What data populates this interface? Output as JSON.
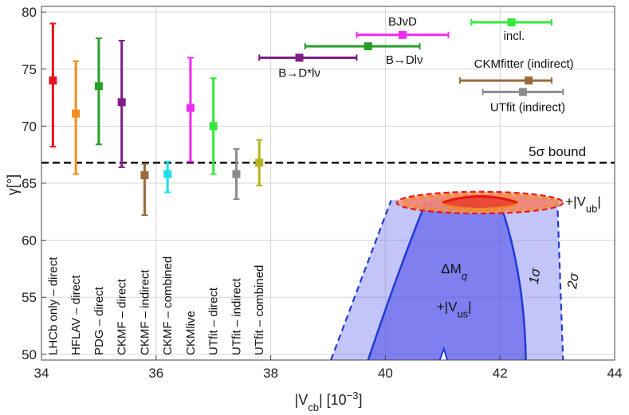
{
  "chart_data": {
    "type": "scatter",
    "xlabel": "|V_cb| [10^-3]",
    "ylabel": "γ[°]",
    "xlim": [
      34,
      44
    ],
    "ylim": [
      49.5,
      80.5
    ],
    "xticks": [
      34,
      36,
      38,
      40,
      42,
      44
    ],
    "yticks": [
      50,
      55,
      60,
      65,
      70,
      75,
      80
    ],
    "grid": true,
    "threshold": {
      "label": "5σ bound",
      "y": 66.8
    },
    "gamma_series": [
      {
        "name": "LHCb only – direct",
        "color": "#e8141c",
        "x": 34.2,
        "y": 74.0,
        "ylo": 68.2,
        "yhi": 79.0
      },
      {
        "name": "HFLAV – direct",
        "color": "#f28c1c",
        "x": 34.6,
        "y": 71.1,
        "ylo": 65.8,
        "yhi": 75.7
      },
      {
        "name": "PDG – direct",
        "color": "#2a9e2a",
        "x": 35.0,
        "y": 73.5,
        "ylo": 68.4,
        "yhi": 77.7
      },
      {
        "name": "CKMF – direct",
        "color": "#7f1f86",
        "x": 35.4,
        "y": 72.1,
        "ylo": 66.4,
        "yhi": 77.5
      },
      {
        "name": "CKMF – indirect",
        "color": "#9a6a3a",
        "x": 35.8,
        "y": 65.7,
        "ylo": 62.2,
        "yhi": 66.7
      },
      {
        "name": "CKMF – combined",
        "color": "#1ee0e8",
        "x": 36.2,
        "y": 65.8,
        "ylo": 64.2,
        "yhi": 66.9
      },
      {
        "name": "CKMlive",
        "color": "#ee2cf0",
        "x": 36.6,
        "y": 71.6,
        "ylo": 66.9,
        "yhi": 76.0
      },
      {
        "name": "UTfit – direct",
        "color": "#34e83a",
        "x": 37.0,
        "y": 70.0,
        "ylo": 65.8,
        "yhi": 74.2
      },
      {
        "name": "UTfit – indirect",
        "color": "#8c8c8c",
        "x": 37.4,
        "y": 65.8,
        "ylo": 63.6,
        "yhi": 68.0
      },
      {
        "name": "UTfit – combined",
        "color": "#b5b21c",
        "x": 37.8,
        "y": 66.8,
        "ylo": 64.8,
        "yhi": 68.8
      }
    ],
    "vcb_series": [
      {
        "name": "BJvD",
        "color": "#ee2cf0",
        "x": 40.3,
        "xlo": 39.5,
        "xhi": 41.1,
        "y": 78.0
      },
      {
        "name": "incl.",
        "color": "#34e83a",
        "x": 42.2,
        "xlo": 41.5,
        "xhi": 42.9,
        "y": 79.1
      },
      {
        "name": "B→Dlν",
        "color": "#2a9e2a",
        "x": 39.7,
        "xlo": 38.6,
        "xhi": 40.6,
        "y": 77.0
      },
      {
        "name": "B→D*lν",
        "color": "#7f1f86",
        "x": 38.5,
        "xlo": 37.8,
        "xhi": 39.5,
        "y": 76.0
      },
      {
        "name": "CKMfitter (indirect)",
        "color": "#9a6a3a",
        "x": 42.5,
        "xlo": 41.3,
        "xhi": 42.9,
        "y": 74.0
      },
      {
        "name": "UTfit (indirect)",
        "color": "#8c8c8c",
        "x": 42.4,
        "xlo": 41.7,
        "xhi": 43.1,
        "y": 73.0
      }
    ],
    "regions": {
      "dm_label_main": "ΔM",
      "dm_label_sub": "q",
      "vus_label": "+|V",
      "vus_sub": "us",
      "vub_label": "+|V",
      "vub_sub": "ub",
      "one_sigma": "1σ",
      "two_sigma": "2σ",
      "outer_2sigma_left": [
        [
          39.05,
          49.5
        ],
        [
          40.1,
          63.5
        ]
      ],
      "outer_2sigma_right": [
        [
          43.0,
          63.5
        ],
        [
          43.1,
          49.5
        ]
      ],
      "outer_top": 63.5,
      "inner_1sigma_left": [
        [
          39.7,
          49.5
        ],
        [
          40.7,
          63.3
        ]
      ],
      "inner_1sigma_right": [
        [
          42.0,
          63.3
        ],
        [
          42.45,
          49.5
        ]
      ],
      "inner_top": 63.3,
      "notch": [
        [
          40.95,
          49.5
        ],
        [
          41.02,
          50.5
        ],
        [
          41.08,
          49.5
        ]
      ],
      "vub_ellipse_center": [
        41.65,
        63.3
      ],
      "vub_ellipse_rx_outer": 1.45,
      "vub_ellipse_ry_outer": 0.95,
      "vub_ellipse_rx_mid": 1.35,
      "vub_ellipse_ry_mid": 0.75,
      "vub_ellipse_rx_inner": 0.65,
      "vub_ellipse_ry_inner": 0.55
    }
  }
}
